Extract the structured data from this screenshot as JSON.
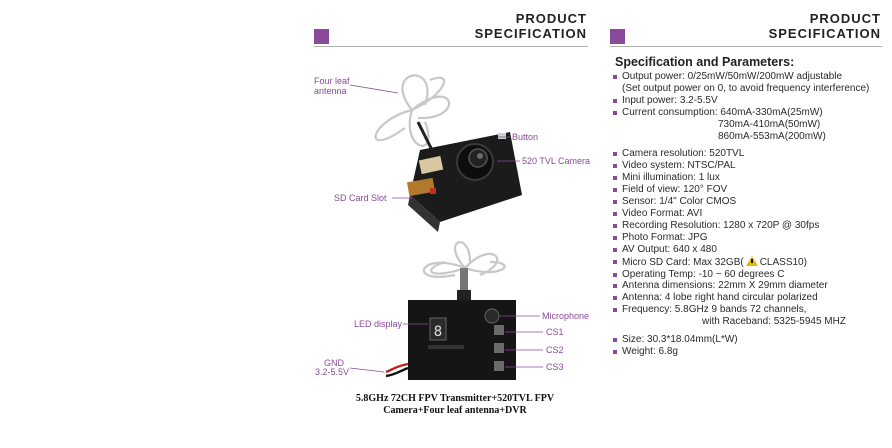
{
  "left_header": {
    "line1": "PRODUCT",
    "line2": "SPECIFICATION"
  },
  "right_header": {
    "line1": "PRODUCT",
    "line2": "SPECIFICATION"
  },
  "callouts": {
    "four_leaf_antenna_1": "Four leaf",
    "four_leaf_antenna_2": "antenna",
    "button": "Button",
    "camera": "520 TVL Camera",
    "sd_card_slot": "SD Card Slot",
    "microphone": "Microphone",
    "led_display": "LED display",
    "cs1": "CS1",
    "cs2": "CS2",
    "cs3": "CS3",
    "gnd": "GND",
    "voltage": "3.2-5.5V"
  },
  "caption": {
    "line1": "5.8GHz 72CH FPV Transmitter+520TVL FPV",
    "line2": "Camera+Four leaf antenna+DVR"
  },
  "spec_title": "Specification and Parameters:",
  "specs": [
    {
      "text": "Output power: 0/25mW/50mW/200mW adjustable",
      "bullet": true
    },
    {
      "text": "(Set output power on 0, to avoid frequency interference)",
      "bullet": false
    },
    {
      "text": "Input power: 3.2-5.5V",
      "bullet": true
    },
    {
      "text": "Current consumption:  640mA-330mA(25mW)",
      "bullet": true
    },
    {
      "text": "730mA-410mA(50mW)",
      "bullet": false,
      "indent": 106
    },
    {
      "text": "860mA-553mA(200mW)",
      "bullet": false,
      "indent": 106
    },
    {
      "text": "Camera resolution: 520TVL",
      "bullet": true,
      "gap": true
    },
    {
      "text": "Video system: NTSC/PAL",
      "bullet": true
    },
    {
      "text": "Mini illumination: 1 lux",
      "bullet": true
    },
    {
      "text": "Field of view: 120°  FOV",
      "bullet": true
    },
    {
      "text": "Sensor:  1/4\" Color CMOS",
      "bullet": true
    },
    {
      "text": "Video Format:  AVI",
      "bullet": true
    },
    {
      "text": "Recording Resolution: 1280 x 720P @ 30fps",
      "bullet": true
    },
    {
      "text": "Photo Format: JPG",
      "bullet": true
    },
    {
      "text": "AV Output: 640 x 480",
      "bullet": true
    },
    {
      "text": "Micro SD Card: Max 32GB(",
      "after": "CLASS10)",
      "warn": true,
      "bullet": true
    },
    {
      "text": "Operating Temp: -10 ~ 60 degrees C",
      "bullet": true
    },
    {
      "text": "Antenna dimensions: 22mm X 29mm diameter",
      "bullet": true
    },
    {
      "text": "Antenna: 4 lobe right hand circular polarized",
      "bullet": true
    },
    {
      "text": "Frequency: 5.8GHz 9 bands 72 channels,",
      "bullet": true
    },
    {
      "text": "with Raceband: 5325-5945 MHZ",
      "bullet": false,
      "indent": 90
    },
    {
      "text": "Size: 30.3*18.04mm(L*W)",
      "bullet": true,
      "gap": true
    },
    {
      "text": "Weight: 6.8g",
      "bullet": true
    }
  ],
  "colors": {
    "accent": "#8a4a9a",
    "text": "#2a2a2a",
    "warning": "#e6b800"
  }
}
